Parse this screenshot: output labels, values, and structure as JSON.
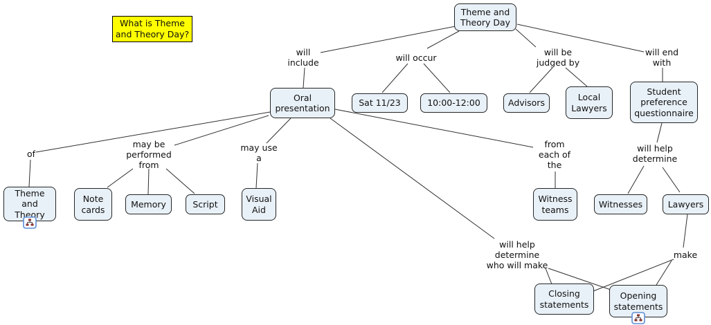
{
  "app": {
    "description": "Concept map: Theme and Theory Day"
  },
  "colors": {
    "node_fill": "#e9f1f8",
    "node_border": "#242424",
    "question_fill": "#ffff00",
    "connector": "#2e2e2e",
    "icon_border": "#5b8dd6"
  },
  "question_note": {
    "label": "What is Theme\nand Theory Day?"
  },
  "nodes": [
    {
      "id": "theme-theory-day",
      "label": "Theme and\nTheory Day"
    },
    {
      "id": "oral-presentation",
      "label": "Oral\npresentation"
    },
    {
      "id": "sat-11-23",
      "label": "Sat 11/23"
    },
    {
      "id": "time-10-12",
      "label": "10:00-12:00"
    },
    {
      "id": "advisors",
      "label": "Advisors"
    },
    {
      "id": "local-lawyers",
      "label": "Local\nLawyers"
    },
    {
      "id": "student-preference-questionnaire",
      "label": "Student\npreference\nquestionnaire"
    },
    {
      "id": "theme-and-theory",
      "label": "Theme and\nTheory"
    },
    {
      "id": "note-cards",
      "label": "Note\ncards"
    },
    {
      "id": "memory",
      "label": "Memory"
    },
    {
      "id": "script",
      "label": "Script"
    },
    {
      "id": "visual-aid",
      "label": "Visual\nAid"
    },
    {
      "id": "witness-teams",
      "label": "Witness\nteams"
    },
    {
      "id": "witnesses",
      "label": "Witnesses"
    },
    {
      "id": "lawyers",
      "label": "Lawyers"
    },
    {
      "id": "closing-statements",
      "label": "Closing\nstatements"
    },
    {
      "id": "opening-statements",
      "label": "Opening\nstatements"
    }
  ],
  "link_labels": [
    {
      "id": "will-include",
      "label": "will\ninclude"
    },
    {
      "id": "will-occur",
      "label": "will occur"
    },
    {
      "id": "will-be-judged-by",
      "label": "will be\njudged by"
    },
    {
      "id": "will-end-with",
      "label": "will end\nwith"
    },
    {
      "id": "of",
      "label": "of"
    },
    {
      "id": "may-be-performed-from",
      "label": "may be\nperformed\nfrom"
    },
    {
      "id": "may-use-a",
      "label": "may use\na"
    },
    {
      "id": "from-each-of-the",
      "label": "from\neach of\nthe"
    },
    {
      "id": "will-help-determine",
      "label": "will help\ndetermine"
    },
    {
      "id": "will-help-determine-who-will-make",
      "label": "will help\ndetermine\nwho will make"
    },
    {
      "id": "make",
      "label": "make"
    }
  ],
  "icons": [
    {
      "id": "theme-and-theory-resource",
      "name": "concept-map-icon"
    },
    {
      "id": "opening-statements-resource",
      "name": "concept-map-icon"
    }
  ]
}
